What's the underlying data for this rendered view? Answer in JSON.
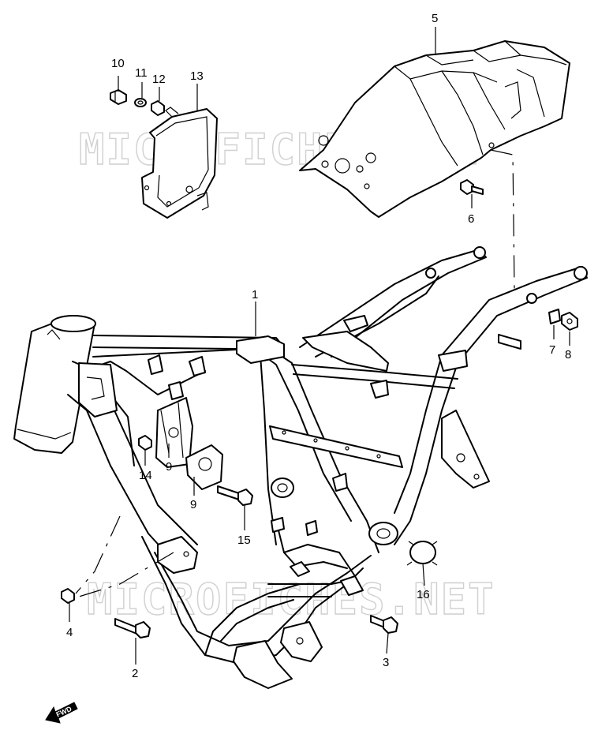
{
  "watermark": {
    "text": "MICROFICHES.NET"
  },
  "callouts": [
    "1",
    "2",
    "3",
    "4",
    "5",
    "6",
    "7",
    "8",
    "9",
    "9",
    "10",
    "11",
    "12",
    "13",
    "14",
    "15",
    "16"
  ],
  "fwd_badge": "FWD"
}
